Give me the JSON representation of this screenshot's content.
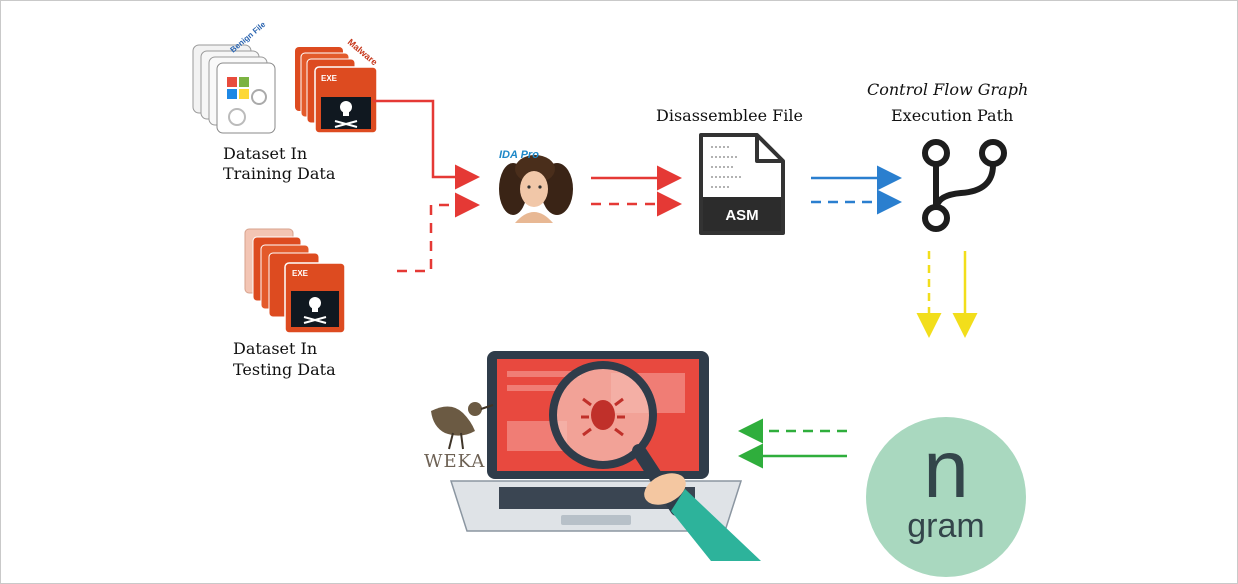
{
  "labels": {
    "training_line1": "Dataset In",
    "training_line2": "Training Data",
    "testing_line1": "Dataset In",
    "testing_line2": "Testing Data",
    "disassembly": "Disassemblee File",
    "cfg_title": "Control Flow Graph",
    "execution_path": "Execution Path",
    "weka": "WEKA"
  },
  "icon_text": {
    "ida": "IDA Pro",
    "asm": "ASM",
    "exe": "EXE",
    "malware": "Malware",
    "benign": "Benign File",
    "ngram_n": "n",
    "ngram_gram": "gram"
  },
  "colors": {
    "red_arrow": "#e53935",
    "blue_arrow": "#2a7fcf",
    "yellow_arrow": "#f2de1b",
    "green_arrow": "#2fae3c",
    "exe_orange": "#dd4b20",
    "laptop_red": "#e8493f",
    "ngram_circle": "#a9d8bf",
    "asm_dark": "#2c2c2c"
  }
}
